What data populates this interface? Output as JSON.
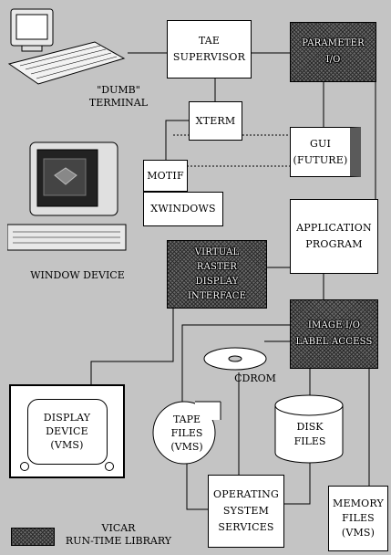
{
  "boxes": {
    "tae": [
      "TAE",
      "SUPERVISOR"
    ],
    "parameter": [
      "PARAMETER",
      "I/O"
    ],
    "xterm": [
      "XTERM"
    ],
    "gui": [
      "GUI",
      "(FUTURE)"
    ],
    "motif": [
      "MOTIF"
    ],
    "xwindows": [
      "XWINDOWS"
    ],
    "application": [
      "APPLICATION",
      "PROGRAM"
    ],
    "vrdi": [
      "VIRTUAL",
      "RASTER",
      "DISPLAY",
      "INTERFACE"
    ],
    "imageio": [
      "IMAGE I/O",
      "LABEL ACCESS"
    ],
    "display_device": [
      "DISPLAY",
      "DEVICE",
      "(VMS)"
    ],
    "tape": [
      "TAPE",
      "FILES",
      "(VMS)"
    ],
    "disk": [
      "DISK",
      "FILES"
    ],
    "os": [
      "OPERATING",
      "SYSTEM",
      "SERVICES"
    ],
    "memory": [
      "MEMORY",
      "FILES",
      "(VMS)"
    ]
  },
  "labels": {
    "dumb_terminal": [
      "\"DUMB\"",
      "TERMINAL"
    ],
    "window_device": "WINDOW DEVICE",
    "cdrom": "CDROM",
    "legend": [
      "VICAR",
      "RUN-TIME LIBRARY"
    ]
  },
  "icons": [
    "computer-terminal-icon",
    "workstation-icon",
    "cdrom-disc-icon",
    "display-device-icon",
    "tape-reel-icon",
    "disk-cylinder-icon"
  ],
  "colors": {
    "background": "#c4c4c4",
    "box_fill": "#ffffff",
    "library_hatch": "#2c2c2c"
  }
}
